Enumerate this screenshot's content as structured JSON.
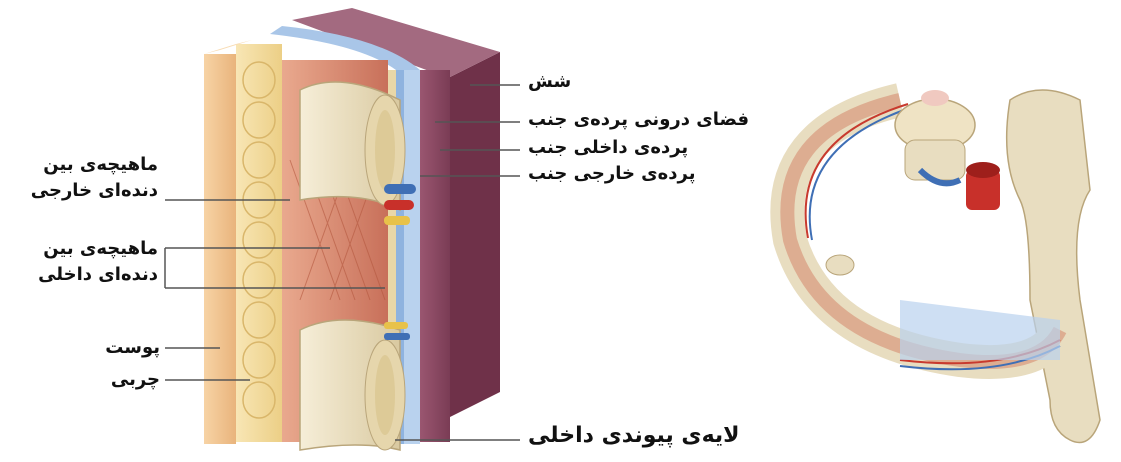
{
  "figure": {
    "labels": {
      "lung": "شش",
      "pleural_cavity": "فضای درونی پرده‌ی جنب",
      "visceral_pleura": "پرده‌ی داخلی جنب",
      "parietal_pleura": "پرده‌ی خارجی جنب",
      "external_intercostal": "ماهیچه‌ی بین دنده‌ای خارجی",
      "internal_intercostal": "ماهیچه‌ی بین دنده‌ای داخلی",
      "skin": "پوست",
      "fat": "چربی",
      "endothoracic_fascia": "لایه‌ی پیوندی داخلی"
    },
    "colors": {
      "skin": "#f2c48d",
      "fat": "#f3dca0",
      "muscle": "#d98a6e",
      "bone": "#efe3c4",
      "pleura": "#a9c6e8",
      "lung": "#8c4a63",
      "artery": "#c8302a",
      "vein": "#3f6fb5",
      "nerve": "#e8c24a"
    }
  }
}
